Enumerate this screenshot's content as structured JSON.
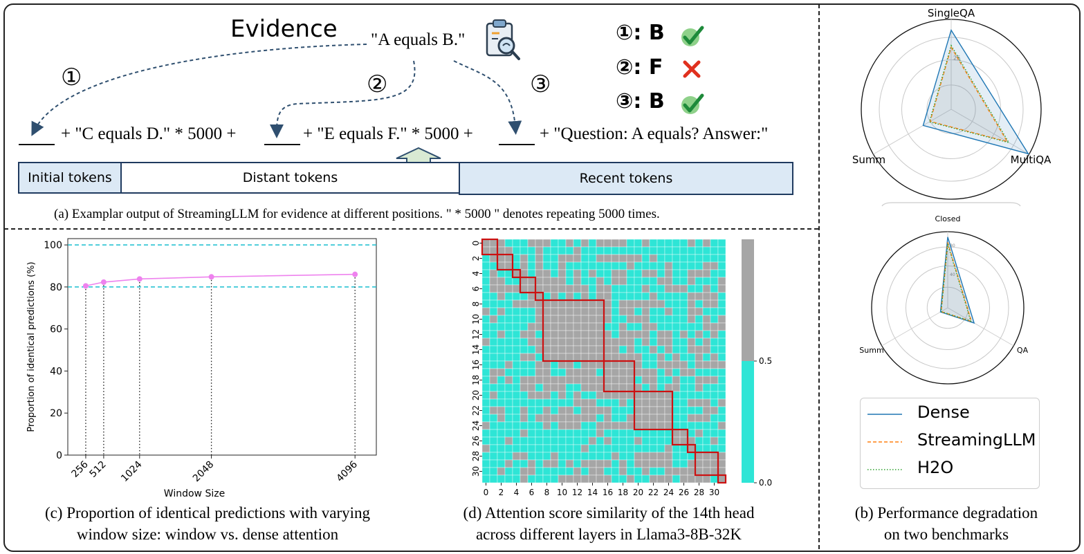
{
  "panel_a": {
    "evidence_title": "Evidence",
    "evidence_text": "\"A equals B.\"",
    "markers": [
      "①",
      "②",
      "③"
    ],
    "answers": [
      {
        "label": "①: B",
        "correct": true
      },
      {
        "label": "②: F",
        "correct": false
      },
      {
        "label": "③: B",
        "correct": true
      }
    ],
    "seq_1": "+ \"C equals D.\" * 5000 +",
    "seq_2": "+ \"E equals F.\" * 5000 +",
    "seq_3": "+ \"Question: A equals? Answer:\"",
    "tokens": {
      "initial": "Initial tokens",
      "distant": "Distant tokens",
      "recent": "Recent tokens"
    },
    "caption": "(a)  Examplar output of StreamingLLM for evidence at different positions. \" * 5000 \" denotes repeating 5000 times.",
    "colors": {
      "recent_fill": "#dce9f5",
      "arrow_fill": "#d9ead3",
      "arrow_stroke": "#2f4f6f"
    }
  },
  "panel_b": {
    "caption_line1": "(b) Performance degradation",
    "caption_line2": "on two benchmarks",
    "legend": [
      {
        "name": "Dense",
        "color": "#1f77b4",
        "dash": "solid"
      },
      {
        "name": "StreamingLLM",
        "color": "#ff7f0e",
        "dash": "dashed"
      },
      {
        "name": "H2O",
        "color": "#2ca02c",
        "dash": "dotted"
      }
    ]
  },
  "panel_c": {
    "caption_line1": "(c) Proportion of identical predictions with varying",
    "caption_line2": "window size: window vs. dense attention"
  },
  "panel_d": {
    "caption_line1": "(d) Attention score similarity of the 14th head",
    "caption_line2": "across different layers in Llama3-8B-32K"
  },
  "chart_data": [
    {
      "type": "line",
      "id": "panel_c",
      "x": [
        256,
        512,
        1024,
        2048,
        4096
      ],
      "series": [
        {
          "values": [
            80.5,
            82.3,
            83.8,
            84.8,
            86.0
          ],
          "color": "#ee82ee"
        }
      ],
      "reference_lines": [
        100,
        80
      ],
      "reference_color": "#17becf",
      "xlabel": "Window Size",
      "ylabel": "Proportion of identical predictions (%)",
      "xticks": [
        "256",
        "512",
        "1024",
        "2048",
        "4096"
      ],
      "yticks": [
        "0",
        "20",
        "40",
        "60",
        "80",
        "100"
      ],
      "ylim": [
        0,
        103
      ],
      "xlim": [
        0,
        4400
      ]
    },
    {
      "type": "heatmap",
      "id": "panel_d",
      "size": 32,
      "xticks": [
        "0",
        "2",
        "4",
        "6",
        "8",
        "10",
        "12",
        "14",
        "16",
        "18",
        "20",
        "22",
        "24",
        "26",
        "28",
        "30"
      ],
      "yticks": [
        "0",
        "2",
        "4",
        "6",
        "8",
        "10",
        "12",
        "14",
        "16",
        "18",
        "20",
        "22",
        "24",
        "26",
        "28",
        "30"
      ],
      "colorbar_ticks": [
        "0.5",
        "0.0"
      ],
      "colors": {
        "high": "#a6a6a6",
        "low": "#2ee5d6",
        "block": "#cc1111"
      },
      "blocks": [
        [
          0,
          1
        ],
        [
          2,
          3
        ],
        [
          4,
          4
        ],
        [
          5,
          6
        ],
        [
          7,
          7
        ],
        [
          8,
          15
        ],
        [
          16,
          19
        ],
        [
          20,
          24
        ],
        [
          25,
          26
        ],
        [
          27,
          27
        ],
        [
          28,
          30
        ],
        [
          31,
          31
        ]
      ]
    },
    {
      "type": "radar",
      "id": "radar_top",
      "axes": [
        "SingleQA",
        "MultiQA",
        "Summ"
      ],
      "ring_label": "25",
      "series": [
        {
          "name": "Dense",
          "values": [
            0.88,
            0.99,
            0.36
          ]
        },
        {
          "name": "StreamingLLM",
          "values": [
            0.69,
            0.72,
            0.27
          ]
        },
        {
          "name": "H2O",
          "values": [
            0.71,
            0.74,
            0.28
          ]
        }
      ]
    },
    {
      "type": "radar",
      "id": "radar_bottom",
      "axes": [
        "Closed",
        "QA",
        "Summ"
      ],
      "ring_labels": [
        "80",
        "40"
      ],
      "series": [
        {
          "name": "Dense",
          "values": [
            0.93,
            0.4,
            0.11
          ]
        },
        {
          "name": "StreamingLLM",
          "values": [
            0.86,
            0.36,
            0.1
          ]
        },
        {
          "name": "H2O",
          "values": [
            0.84,
            0.35,
            0.1
          ]
        }
      ]
    }
  ]
}
